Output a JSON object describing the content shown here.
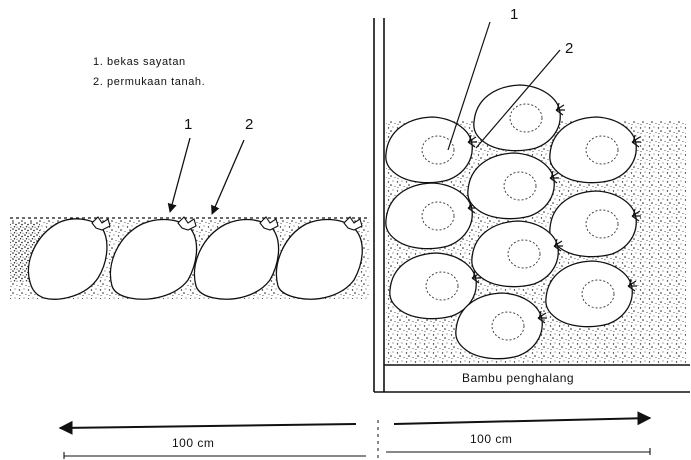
{
  "legend": {
    "item1": "1.  bekas  sayatan",
    "item2": "2.  permukaan  tanah."
  },
  "left_panel": {
    "marker1": "1",
    "marker2": "2",
    "measure": "100  cm"
  },
  "right_panel": {
    "marker1": "1",
    "marker2": "2",
    "barrier_label": "Bambu  penghalang",
    "measure": "100  cm"
  },
  "colors": {
    "ink": "#111111",
    "paper": "#ffffff"
  },
  "icons": [
    "cutting-scar",
    "soil-surface",
    "arrow-left",
    "arrow-right"
  ]
}
